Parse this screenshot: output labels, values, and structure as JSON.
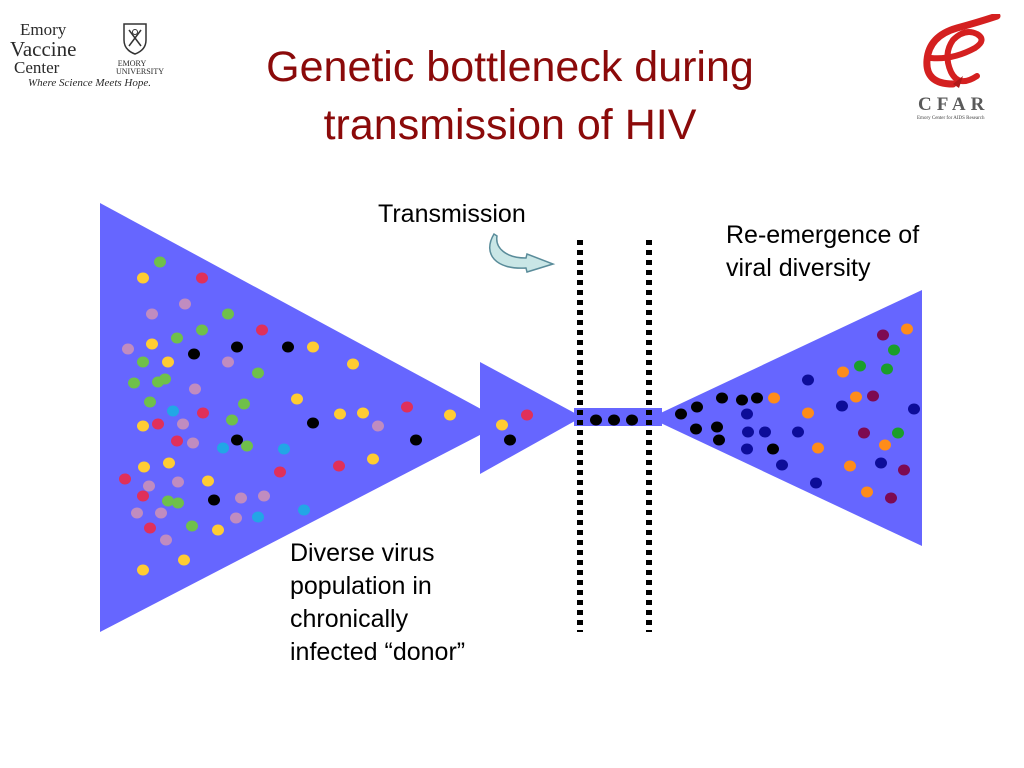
{
  "slide": {
    "title_line1": "Genetic bottleneck during",
    "title_line2": "transmission of  HIV"
  },
  "logos": {
    "left": {
      "line1": "Emory",
      "line2": "Vaccine",
      "line3": "Center",
      "divider_text": "EMORY UNIVERSITY",
      "tagline": "Where Science Meets Hope."
    },
    "right": {
      "name": "CFAR",
      "subtitle": "Emory Center for AIDS Research"
    }
  },
  "labels": {
    "transmission": "Transmission",
    "reemergence_line1": "Re-emergence of",
    "reemergence_line2": "viral diversity",
    "donor_line1": "Diverse virus",
    "donor_line2": "population in",
    "donor_line3": "chronically",
    "donor_line4": "infected “donor”"
  },
  "colors": {
    "title": "#8b0a0a",
    "funnel_fill": "#6666ff",
    "arrow_fill": "#c9e6e6",
    "arrow_stroke": "#5a8c9a",
    "cfar_red": "#d42020",
    "dot_colors": {
      "green": "#6fc04a",
      "red": "#e0305a",
      "lavender": "#c08cc0",
      "yellow": "#ffcc33",
      "black": "#000000",
      "cyan": "#22a6e6",
      "orange": "#ff8c1a",
      "navy": "#0d0d99",
      "purple": "#7d0a52",
      "dkgreen": "#1a9e2a"
    }
  },
  "icons": {
    "transmission_arrow": "curved-arrow-icon",
    "left_logo_shield": "emory-shield-icon",
    "right_logo_mark": "cfar-e-ribbon-icon"
  }
}
